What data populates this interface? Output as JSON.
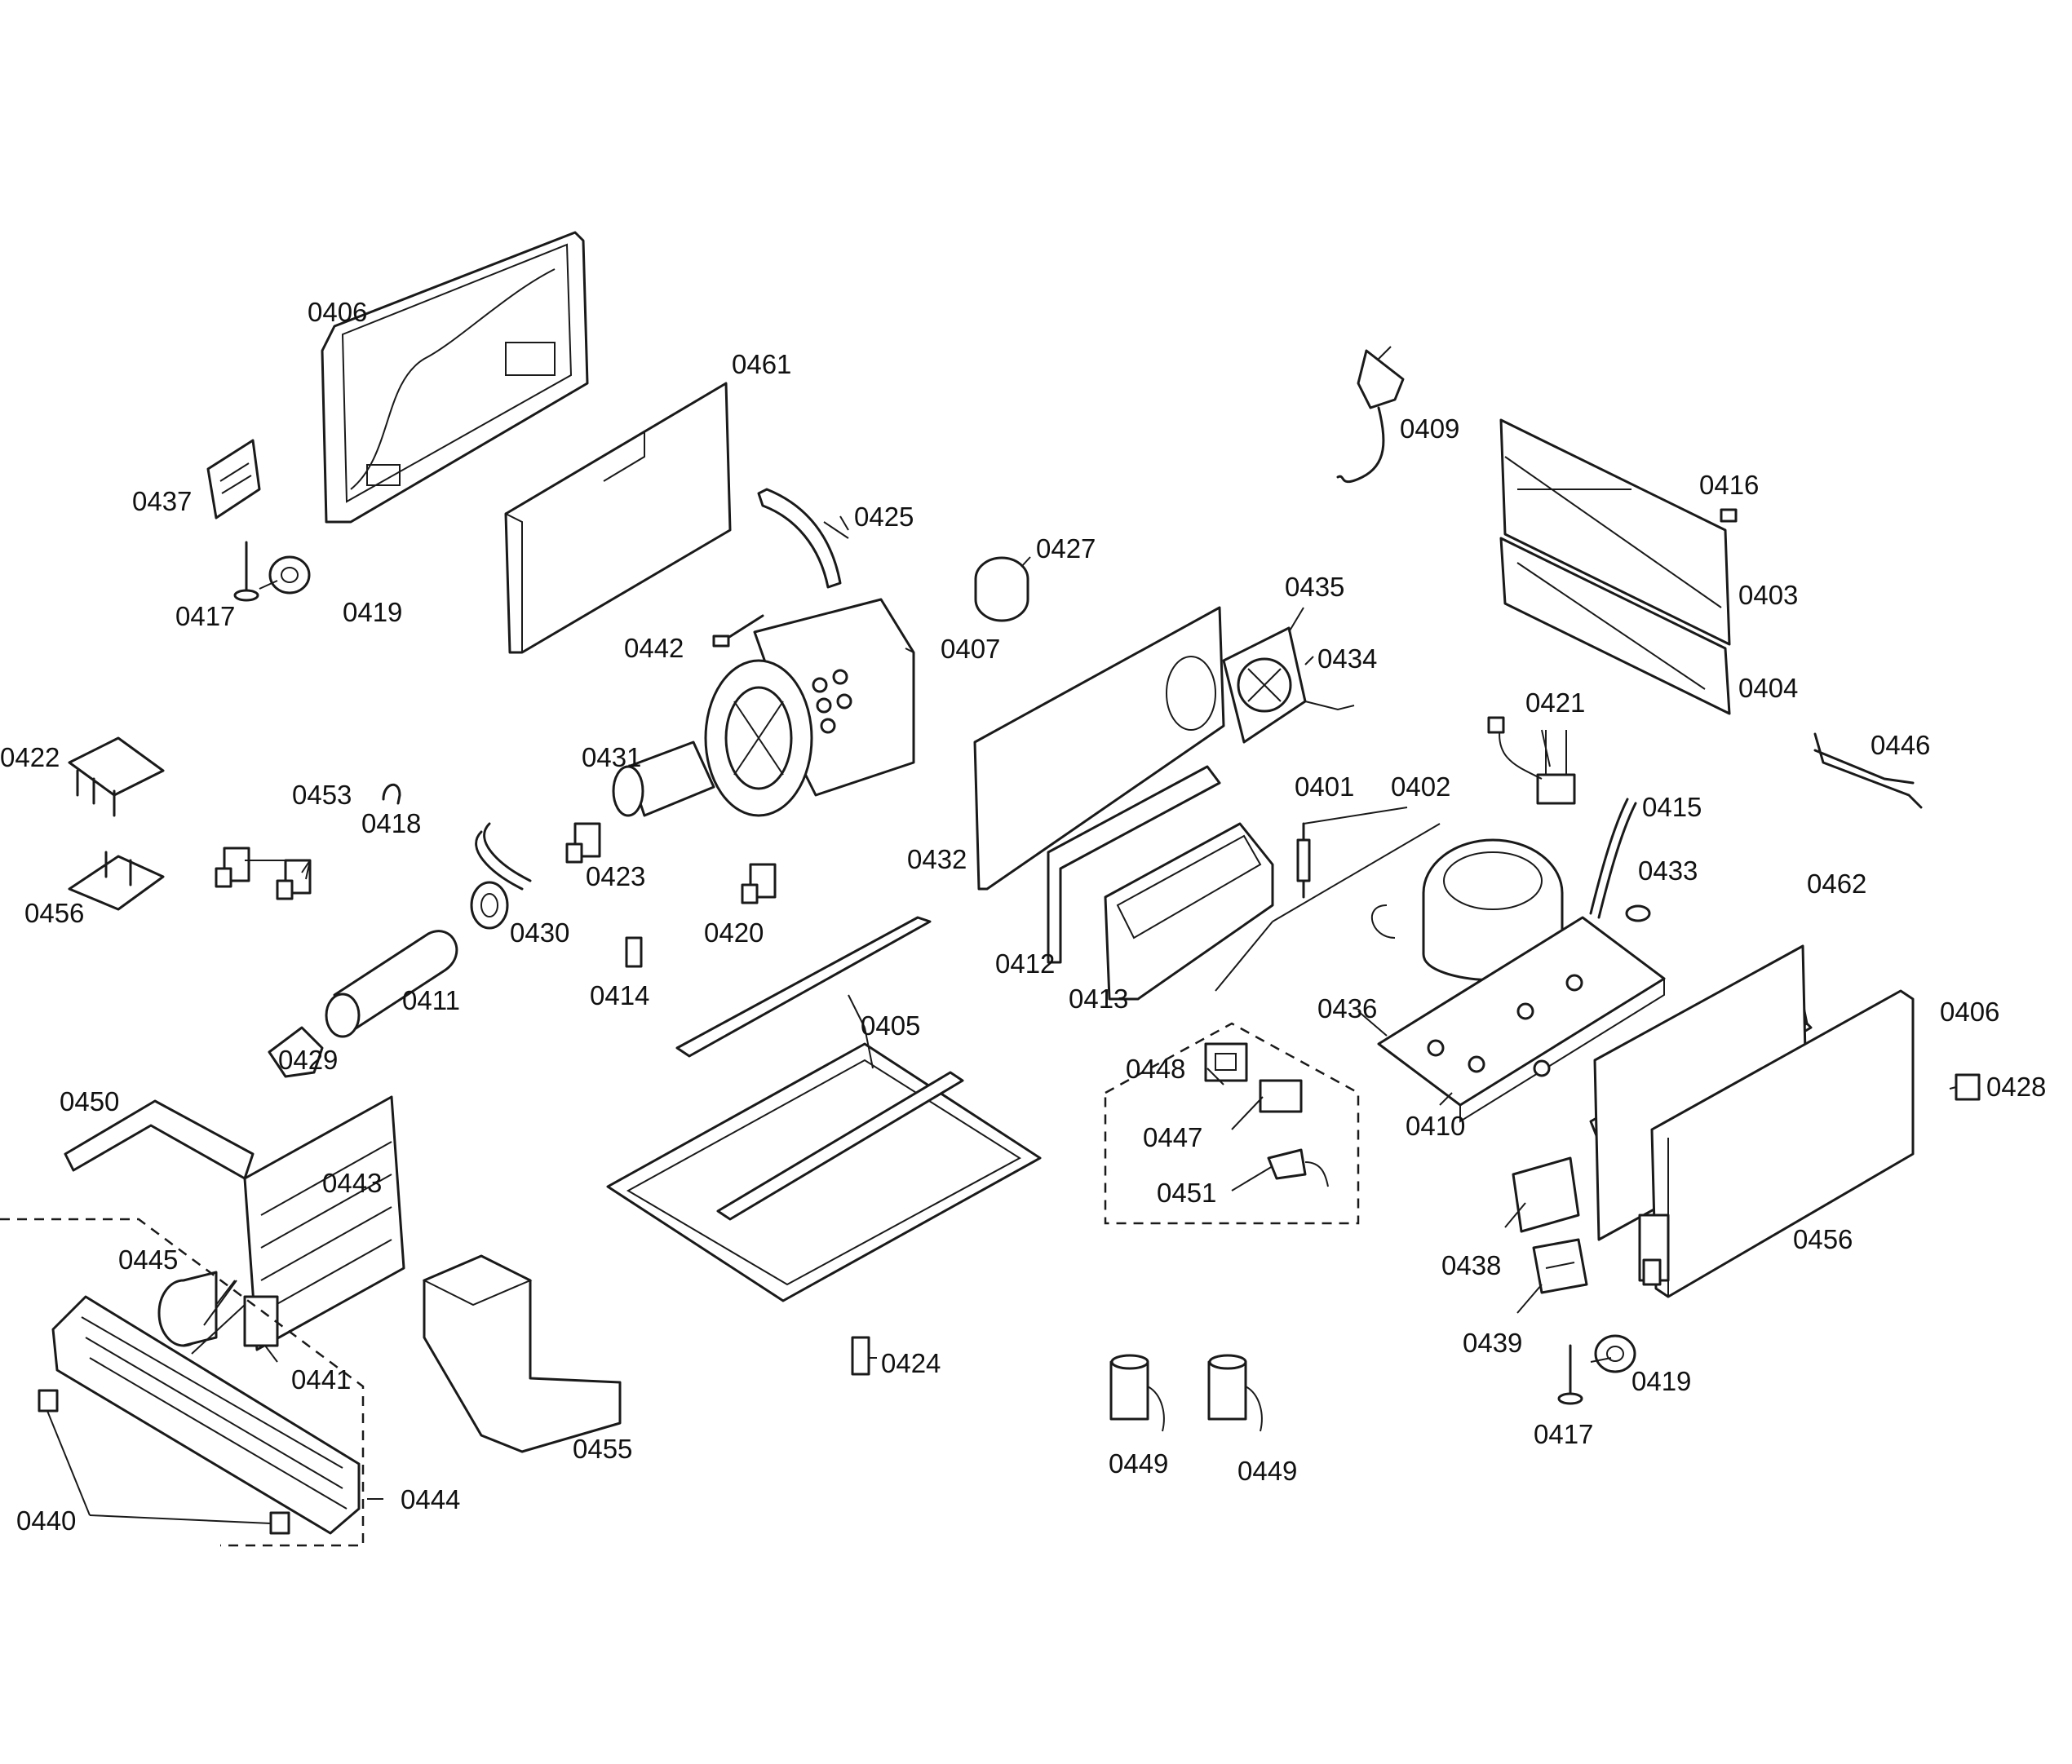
{
  "labels": {
    "l0406a": "0406",
    "l0461": "0461",
    "l0437": "0437",
    "l0417a": "0417",
    "l0419a": "0419",
    "l0425": "0425",
    "l0427": "0427",
    "l0409": "0409",
    "l0416": "0416",
    "l0403": "0403",
    "l0404": "0404",
    "l0442": "0442",
    "l0407": "0407",
    "l0435": "0435",
    "l0434": "0434",
    "l0421": "0421",
    "l0446": "0446",
    "l0422": "0422",
    "l0453": "0453",
    "l0418": "0418",
    "l0431": "0431",
    "l0456a": "0456",
    "l0423": "0423",
    "l0430": "0430",
    "l0420": "0420",
    "l0432": "0432",
    "l0401": "0401",
    "l0402": "0402",
    "l0415": "0415",
    "l0433": "0433",
    "l0462": "0462",
    "l0411": "0411",
    "l0414": "0414",
    "l0412": "0412",
    "l0413": "0413",
    "l0429": "0429",
    "l0405": "0405",
    "l0436": "0436",
    "l0406b": "0406",
    "l0448": "0448",
    "l0428": "0428",
    "l0450": "0450",
    "l0447": "0447",
    "l0410": "0410",
    "l0443": "0443",
    "l0451": "0451",
    "l0456b": "0456",
    "l0445": "0445",
    "l0438": "0438",
    "l0441": "0441",
    "l0439": "0439",
    "l0419b": "0419",
    "l0424": "0424",
    "l0455": "0455",
    "l0417b": "0417",
    "l0449a": "0449",
    "l0449b": "0449",
    "l0444": "0444",
    "l0440": "0440"
  }
}
